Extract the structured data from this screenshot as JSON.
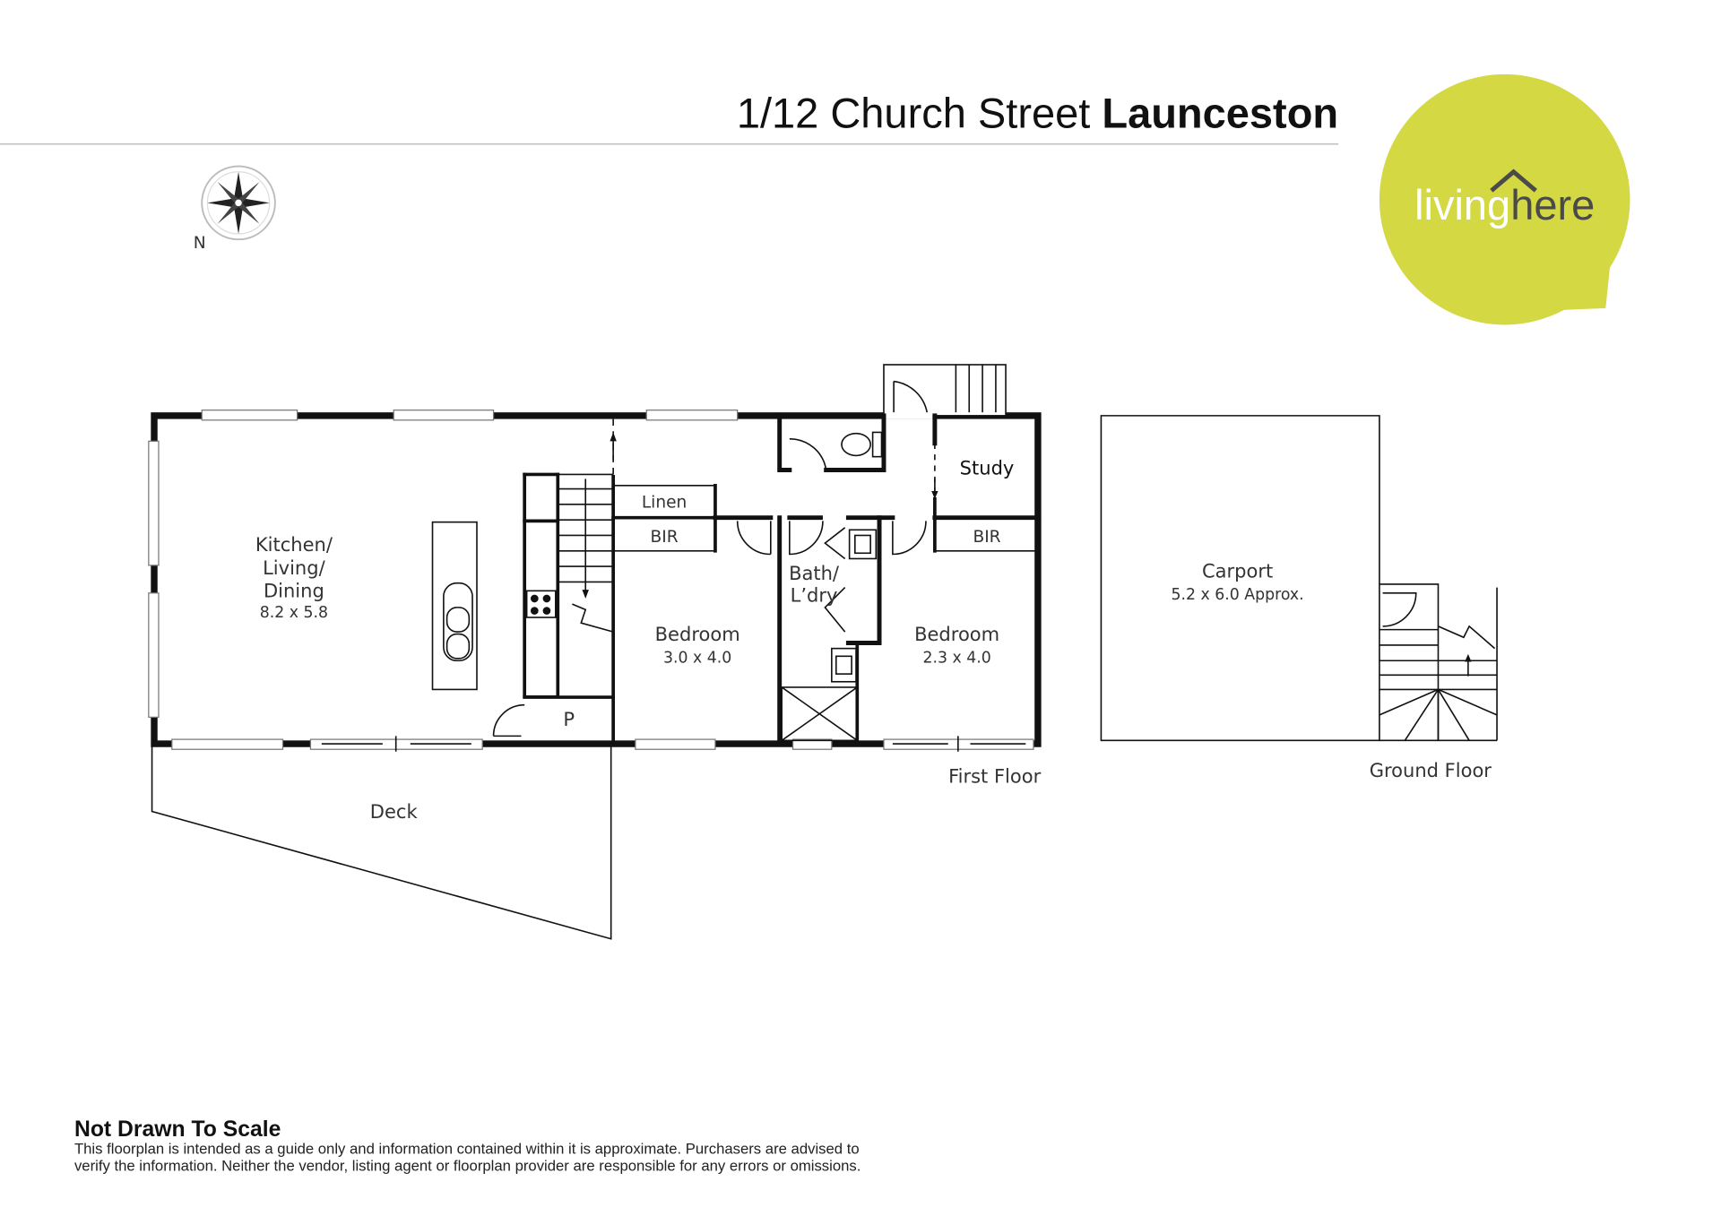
{
  "header": {
    "address_regular": "1/12 Church Street ",
    "address_bold": "Launceston"
  },
  "logo": {
    "text_light": "living",
    "text_dark": "here",
    "color": "#d4d843"
  },
  "compass": {
    "label": "N"
  },
  "rooms": {
    "kitchen": {
      "line1": "Kitchen/",
      "line2": "Living/",
      "line3": "Dining",
      "size": "8.2 x 5.8"
    },
    "bedroom1": {
      "name": "Bedroom",
      "size": "3.0 x 4.0"
    },
    "bedroom2": {
      "name": "Bedroom",
      "size": "2.3 x 4.0"
    },
    "bath": {
      "line1": "Bath/",
      "line2": "L’dry"
    },
    "study": "Study",
    "linen": "Linen",
    "bir1": "BIR",
    "bir2": "BIR",
    "pantry": "P",
    "deck": "Deck",
    "carport": {
      "name": "Carport",
      "size": "5.2 x 6.0 Approx."
    }
  },
  "floors": {
    "first": "First Floor",
    "ground": "Ground Floor"
  },
  "footer": {
    "title": "Not Drawn To Scale",
    "line1": "This floorplan is intended as a guide only and information contained within it is approximate. Purchasers are advised to",
    "line2": "verify the information. Neither the vendor, listing agent or floorplan provider are responsible for any errors or omissions."
  }
}
